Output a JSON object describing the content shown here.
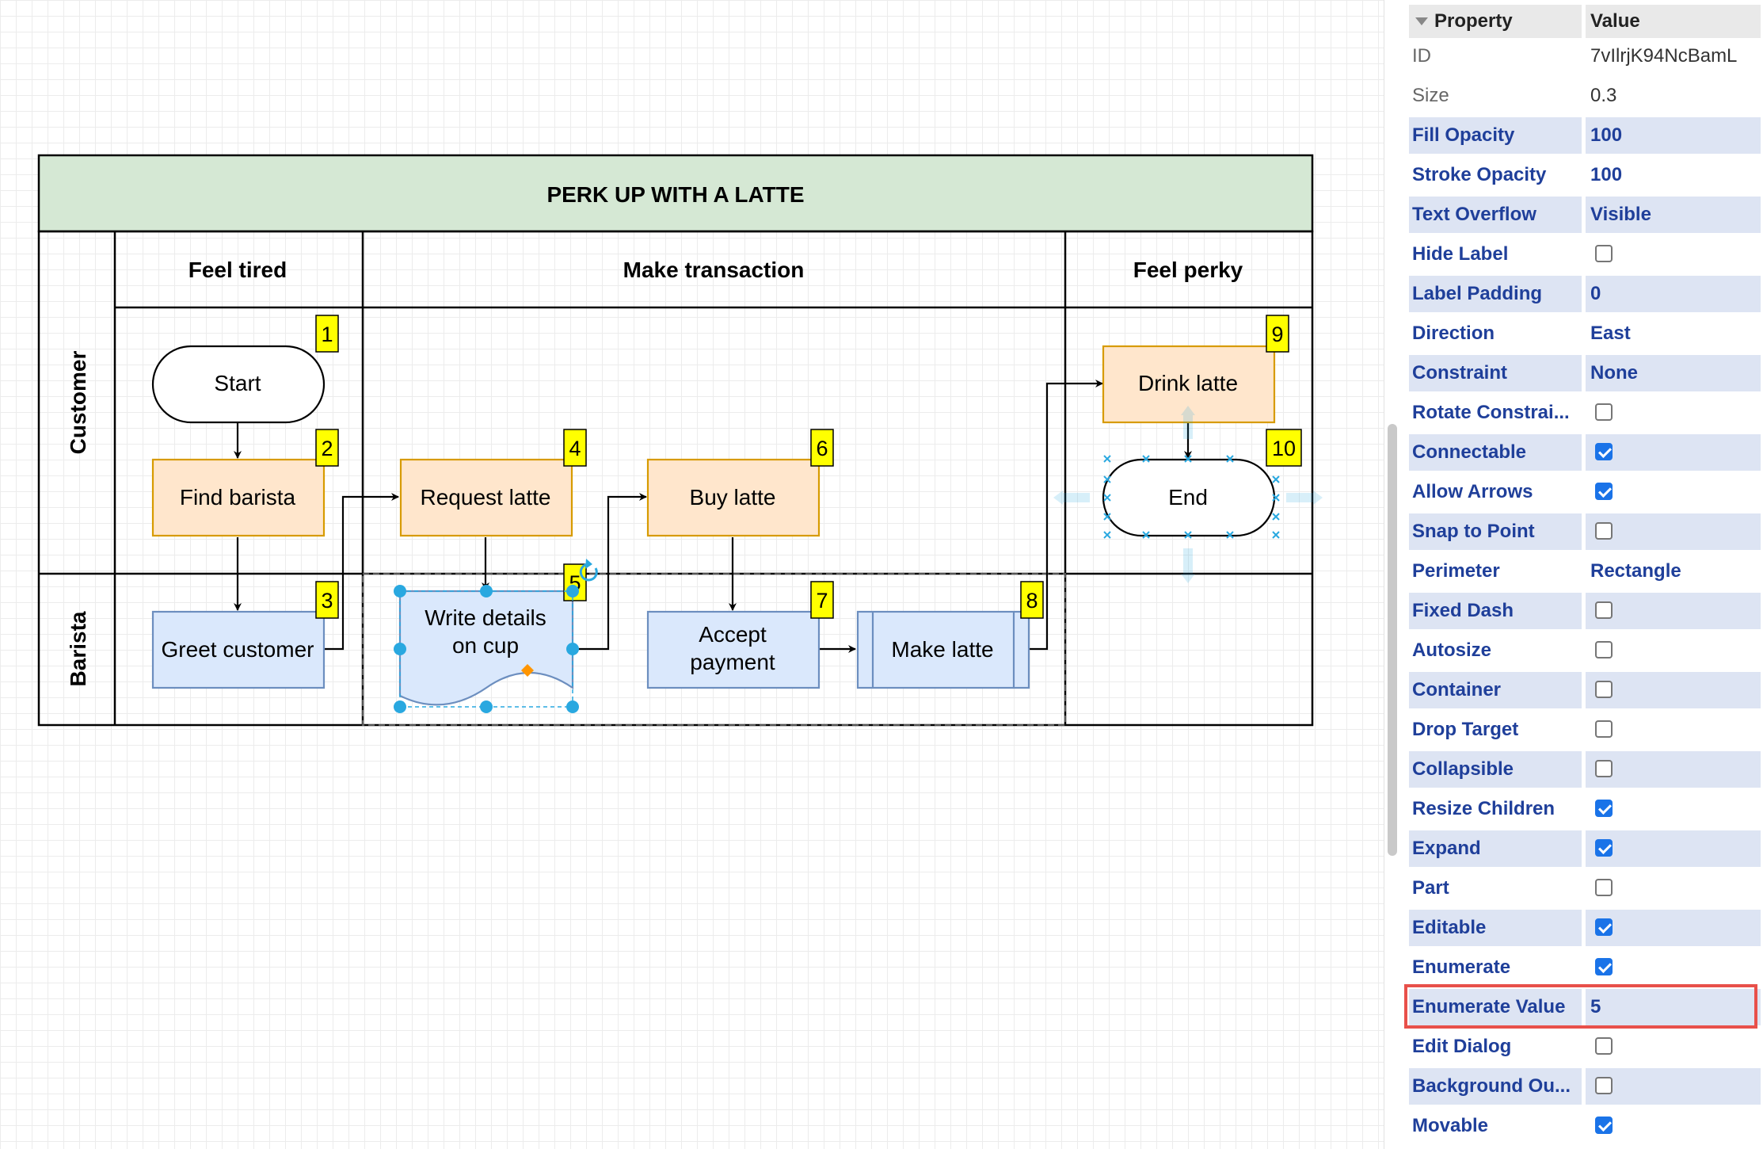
{
  "diagram": {
    "title": "PERK UP WITH A LATTE",
    "phases": [
      "Feel tired",
      "Make transaction",
      "Feel perky"
    ],
    "lanes": [
      "Customer",
      "Barista"
    ],
    "shapes": {
      "start": {
        "label": "Start",
        "num": "1"
      },
      "find_barista": {
        "label": "Find barista",
        "num": "2"
      },
      "greet_customer": {
        "label": "Greet customer",
        "num": "3"
      },
      "request_latte": {
        "label": "Request latte",
        "num": "4"
      },
      "write_details": {
        "label_line1": "Write details",
        "label_line2": "on cup",
        "num": "5"
      },
      "buy_latte": {
        "label": "Buy latte",
        "num": "6"
      },
      "accept_payment": {
        "label_line1": "Accept",
        "label_line2": "payment",
        "num": "7"
      },
      "make_latte": {
        "label": "Make latte",
        "num": "8"
      },
      "drink_latte": {
        "label": "Drink latte",
        "num": "9"
      },
      "end": {
        "label": "End",
        "num": "10"
      }
    },
    "colors": {
      "title_fill": "#d5e8d4",
      "orange_fill": "#ffe6cc",
      "orange_stroke": "#d79b00",
      "blue_fill": "#dae8fc",
      "blue_stroke": "#6c8ebf",
      "badge_fill": "#ffff00",
      "selection": "#29a8e0"
    }
  },
  "panel": {
    "header": {
      "property": "Property",
      "value": "Value"
    },
    "rows": [
      {
        "label": "ID",
        "value": "7vIlrjK94NcBamL",
        "style": "plain"
      },
      {
        "label": "Size",
        "value": "0.3",
        "style": "plain"
      },
      {
        "label": "Fill Opacity",
        "value": "100"
      },
      {
        "label": "Stroke Opacity",
        "value": "100"
      },
      {
        "label": "Text Overflow",
        "value": "Visible"
      },
      {
        "label": "Hide Label",
        "checked": false
      },
      {
        "label": "Label Padding",
        "value": "0"
      },
      {
        "label": "Direction",
        "value": "East"
      },
      {
        "label": "Constraint",
        "value": "None"
      },
      {
        "label": "Rotate Constrai...",
        "checked": false
      },
      {
        "label": "Connectable",
        "checked": true
      },
      {
        "label": "Allow Arrows",
        "checked": true
      },
      {
        "label": "Snap to Point",
        "checked": false
      },
      {
        "label": "Perimeter",
        "value": "Rectangle"
      },
      {
        "label": "Fixed Dash",
        "checked": false
      },
      {
        "label": "Autosize",
        "checked": false
      },
      {
        "label": "Container",
        "checked": false
      },
      {
        "label": "Drop Target",
        "checked": false
      },
      {
        "label": "Collapsible",
        "checked": false
      },
      {
        "label": "Resize Children",
        "checked": true
      },
      {
        "label": "Expand",
        "checked": true
      },
      {
        "label": "Part",
        "checked": false
      },
      {
        "label": "Editable",
        "checked": true
      },
      {
        "label": "Enumerate",
        "checked": true
      },
      {
        "label": "Enumerate Value",
        "value": "5",
        "highlighted": true
      },
      {
        "label": "Edit Dialog",
        "checked": false
      },
      {
        "label": "Background Ou...",
        "checked": false
      },
      {
        "label": "Movable",
        "checked": true
      }
    ]
  }
}
